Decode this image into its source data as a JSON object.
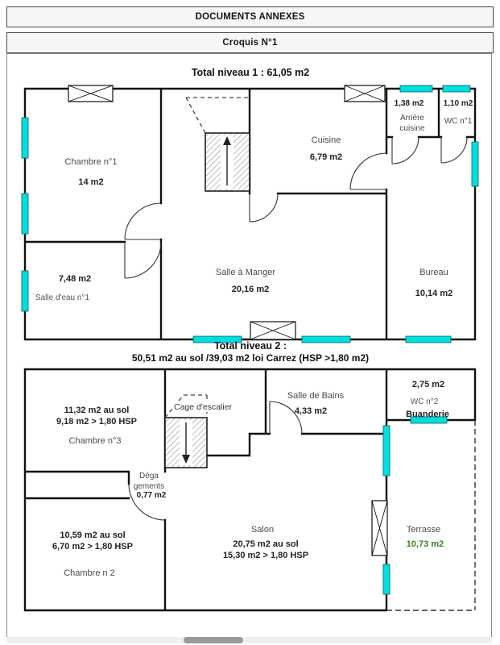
{
  "page": {
    "header_title": "DOCUMENTS ANNEXES",
    "sketch_title": "Croquis N°1"
  },
  "colors": {
    "window_glazing": "#00dede",
    "wall": "#111111",
    "terrasse_area_text": "#3d7a28"
  },
  "level1": {
    "title": "Total niveau 1 : 61,05 m2",
    "rooms": {
      "chambre1": {
        "name": "Chambre n°1",
        "area": "14 m2"
      },
      "cuisine": {
        "name": "Cuisine",
        "area": "6,79 m2"
      },
      "arriere_cuisine": {
        "name": "Arrière cuisine",
        "area": "1,38 m2"
      },
      "wc1": {
        "name": "WC n°1",
        "area": "1,10 m2"
      },
      "salle_eau1": {
        "name": "Salle d'eau n°1",
        "area": "7,48 m2"
      },
      "salle_a_manger": {
        "name": "Salle à Manger",
        "area": "20,16 m2"
      },
      "bureau": {
        "name": "Bureau",
        "area": "10,14 m2"
      }
    }
  },
  "level2": {
    "title_line1": "Total niveau 2 :",
    "title_line2": "50,51 m2 au sol /39,03 m2 loi Carrez (HSP >1,80 m2)",
    "rooms": {
      "chambre3": {
        "name": "Chambre n°3",
        "area_floor": "11,32 m2 au sol",
        "area_carrez": "9,18 m2 > 1,80 HSP"
      },
      "cage_escalier": {
        "name": "Cage d'escalier"
      },
      "salle_de_bains": {
        "name": "Salle de Bains",
        "area": "4,33 m2"
      },
      "wc2": {
        "name": "WC n°2",
        "area": "2,75 m2",
        "name_alt": "Buanderie"
      },
      "degagements": {
        "name_line1": "Déga",
        "name_line2": "gements",
        "area": "0,77 m2"
      },
      "chambre2": {
        "name": "Chambre n 2",
        "area_floor": "10,59 m2 au sol",
        "area_carrez": "6,70 m2 > 1,80 HSP"
      },
      "salon": {
        "name": "Salon",
        "area_floor": "20,75 m2 au sol",
        "area_carrez": "15,30 m2 > 1,80 HSP"
      },
      "terrasse": {
        "name": "Terrasse",
        "area": "10,73 m2"
      }
    }
  }
}
